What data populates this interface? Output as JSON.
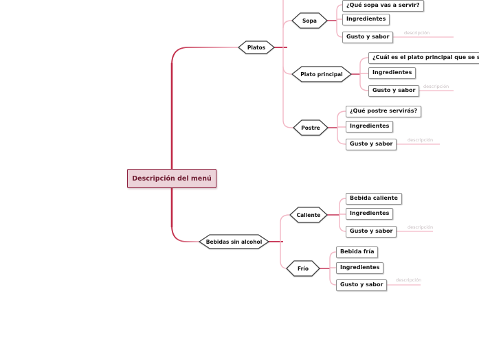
{
  "root": {
    "label": "Descripción del menú"
  },
  "branches": [
    {
      "label": "Platos",
      "children": [
        {
          "label": "Sopa",
          "note": "descripción",
          "children": [
            {
              "label": "¿Qué sopa vas a servir?"
            },
            {
              "label": "Ingredientes"
            },
            {
              "label": "Gusto y sabor"
            }
          ]
        },
        {
          "label": "Plato principal",
          "note": "descripción",
          "children": [
            {
              "label": "¿Cuál es el plato principal que se servirá?"
            },
            {
              "label": "Ingredientes"
            },
            {
              "label": "Gusto y sabor"
            }
          ]
        },
        {
          "label": "Postre",
          "note": "descripción",
          "children": [
            {
              "label": "¿Qué postre servirás?"
            },
            {
              "label": "Ingredientes"
            },
            {
              "label": "Gusto y sabor"
            }
          ]
        }
      ]
    },
    {
      "label": "Bebidas sin alcohol",
      "children": [
        {
          "label": "Caliente",
          "note": "descripción",
          "children": [
            {
              "label": "Bebida caliente"
            },
            {
              "label": "Ingredientes"
            },
            {
              "label": "Gusto y sabor"
            }
          ]
        },
        {
          "label": "Frío",
          "note": "descripción",
          "children": [
            {
              "label": "Bebida fría"
            },
            {
              "label": "Ingredientes"
            },
            {
              "label": "Gusto y sabor"
            }
          ]
        }
      ]
    }
  ],
  "colors": {
    "trunk": "#c02845",
    "junction": "#ca3f5e",
    "rail": "#f2b6c4",
    "root_fill": "#ecd3d9",
    "root_border": "#8e2240",
    "root_text": "#6d1b30",
    "hex_border": "#3e3e3e",
    "leaf_border": "#8f8f8f",
    "note_text": "#c6bcbf"
  }
}
